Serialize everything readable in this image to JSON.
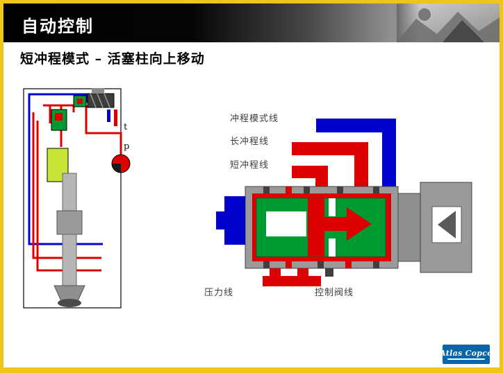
{
  "slide": {
    "title": "自动控制",
    "subtitle": "短冲程模式 – 活塞柱向上移动"
  },
  "left_diagram": {
    "label_t": "t",
    "label_p": "p"
  },
  "right_diagram": {
    "label_stroke_mode": "冲程模式线",
    "label_long_stroke": "长冲程线",
    "label_short_stroke": "短冲程线",
    "label_pressure": "压力线",
    "label_control_valve": "控制阀线"
  },
  "logo": {
    "text": "Atlas Copco"
  },
  "colors": {
    "frame_gold": "#efc51c",
    "pipe_red": "#dd0000",
    "pipe_blue": "#0000cc",
    "valve_green": "#009a33",
    "accumulator_lime": "#cbe438",
    "body_gray": "#9a9a9a",
    "logo_blue": "#0a64a8"
  }
}
